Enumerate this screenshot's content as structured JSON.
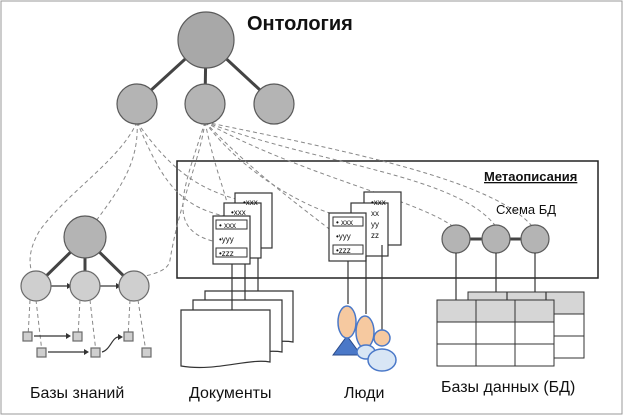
{
  "title": "Онтология",
  "meta_label": "Метаописания",
  "schema_label": "Схема БД",
  "card_lines": [
    "• xxx",
    "•yyy",
    "•zzz"
  ],
  "card_back_lines": [
    "•xxx",
    "xx",
    "yy",
    "zz",
    "xx",
    "yy",
    "zz"
  ],
  "labels": {
    "kb": "Базы знаний",
    "docs": "Документы",
    "people": "Люди",
    "db": "Базы данных (БД)"
  },
  "colors": {
    "node": "#b4b4b4",
    "person": "#f6c9a0",
    "person_alt": "#d8e6f5",
    "accent_blue": "#4a78c8"
  }
}
